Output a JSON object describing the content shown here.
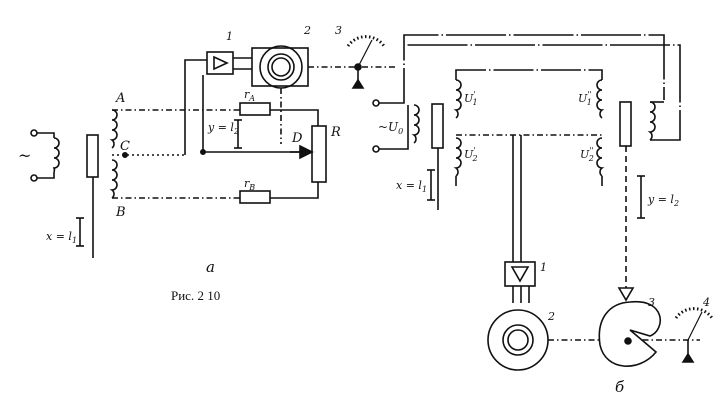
{
  "labels": {
    "left": {
      "source_symbol": "~",
      "A": "A",
      "B": "B",
      "C": "C",
      "D": "D",
      "R": "R",
      "rA": "r",
      "rA_sub": "A",
      "rB": "r",
      "rB_sub": "B",
      "y_eq": "y = l",
      "y_sub": "2",
      "x_eq": "x = l",
      "x_sub": "1",
      "num1": "1",
      "num2": "2",
      "num3": "3",
      "letter_a": "a"
    },
    "right": {
      "u0": "~U",
      "u0_sub": "0",
      "u1p": "U",
      "u1p_sup": "'",
      "u1p_sub": "1",
      "u2p": "U",
      "u2p_sup": "'",
      "u2p_sub": "2",
      "u1pp": "U",
      "u1pp_sup": "''",
      "u1pp_sub": "1",
      "u2pp": "U",
      "u2pp_sup": "''",
      "u2pp_sub": "2",
      "x_eq": "x = l",
      "x_sub": "1",
      "y_eq": "y = l",
      "y_sub": "2",
      "num1": "1",
      "num2": "2",
      "num3": "3",
      "num4": "4",
      "letter_b": "б"
    },
    "caption": "Рис. 2 10"
  },
  "colors": {
    "ink": "#111111",
    "background": "#ffffff"
  },
  "icons": [
    "amplifier-triangle-icon",
    "motor-icon",
    "dial-scale-icon",
    "cam-icon",
    "coil-icon",
    "rheostat-icon"
  ]
}
